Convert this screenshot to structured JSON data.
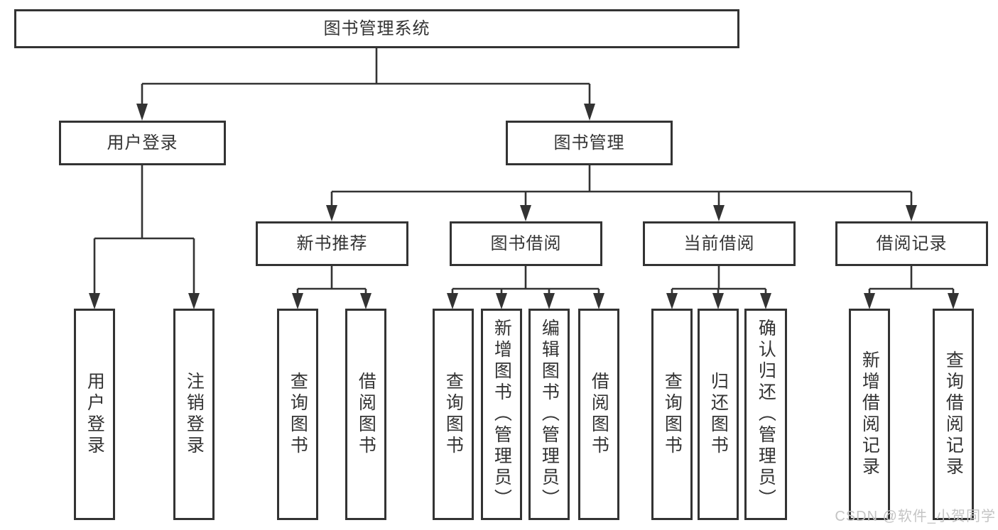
{
  "diagram": {
    "title": "图书管理系统",
    "type": "hierarchy-tree",
    "nodes": {
      "root": {
        "label": "图书管理系统"
      },
      "user_login": {
        "label": "用户登录"
      },
      "book_mgmt": {
        "label": "图书管理"
      },
      "new_book_rec": {
        "label": "新书推荐"
      },
      "book_borrow": {
        "label": "图书借阅"
      },
      "current_borrow": {
        "label": "当前借阅"
      },
      "borrow_records": {
        "label": "借阅记录"
      },
      "leaf_user_login": {
        "label": "用户登录"
      },
      "leaf_logout": {
        "label": "注销登录"
      },
      "leaf_query_book_rec": {
        "label": "查询图书"
      },
      "leaf_borrow_book_rec": {
        "label": "借阅图书"
      },
      "leaf_query_book_borrow": {
        "label": "查询图书"
      },
      "leaf_add_book_admin": {
        "label": "新增图书（管理员）"
      },
      "leaf_edit_book_admin": {
        "label": "编辑图书（管理员）"
      },
      "leaf_borrow_book_borrow": {
        "label": "借阅图书"
      },
      "leaf_query_book_current": {
        "label": "查询图书"
      },
      "leaf_return_book": {
        "label": "归还图书"
      },
      "leaf_confirm_return_admin": {
        "label": "确认归还（管理员）"
      },
      "leaf_add_borrow_record": {
        "label": "新增借阅记录"
      },
      "leaf_query_borrow_record": {
        "label": "查询借阅记录"
      }
    },
    "edges": [
      {
        "from": "root",
        "to": "user_login"
      },
      {
        "from": "root",
        "to": "book_mgmt"
      },
      {
        "from": "user_login",
        "to": "leaf_user_login"
      },
      {
        "from": "user_login",
        "to": "leaf_logout"
      },
      {
        "from": "book_mgmt",
        "to": "new_book_rec"
      },
      {
        "from": "book_mgmt",
        "to": "book_borrow"
      },
      {
        "from": "book_mgmt",
        "to": "current_borrow"
      },
      {
        "from": "book_mgmt",
        "to": "borrow_records"
      },
      {
        "from": "new_book_rec",
        "to": "leaf_query_book_rec"
      },
      {
        "from": "new_book_rec",
        "to": "leaf_borrow_book_rec"
      },
      {
        "from": "book_borrow",
        "to": "leaf_query_book_borrow"
      },
      {
        "from": "book_borrow",
        "to": "leaf_add_book_admin"
      },
      {
        "from": "book_borrow",
        "to": "leaf_edit_book_admin"
      },
      {
        "from": "book_borrow",
        "to": "leaf_borrow_book_borrow"
      },
      {
        "from": "current_borrow",
        "to": "leaf_query_book_current"
      },
      {
        "from": "current_borrow",
        "to": "leaf_return_book"
      },
      {
        "from": "current_borrow",
        "to": "leaf_confirm_return_admin"
      },
      {
        "from": "borrow_records",
        "to": "leaf_add_borrow_record"
      },
      {
        "from": "borrow_records",
        "to": "leaf_query_borrow_record"
      }
    ],
    "colors": {
      "line": "#333333",
      "box_border": "#333333",
      "text": "#333333",
      "background": "#ffffff",
      "watermark": "#c4c4c4"
    }
  },
  "watermark": {
    "text": "CSDN @软件_小贺同学"
  }
}
